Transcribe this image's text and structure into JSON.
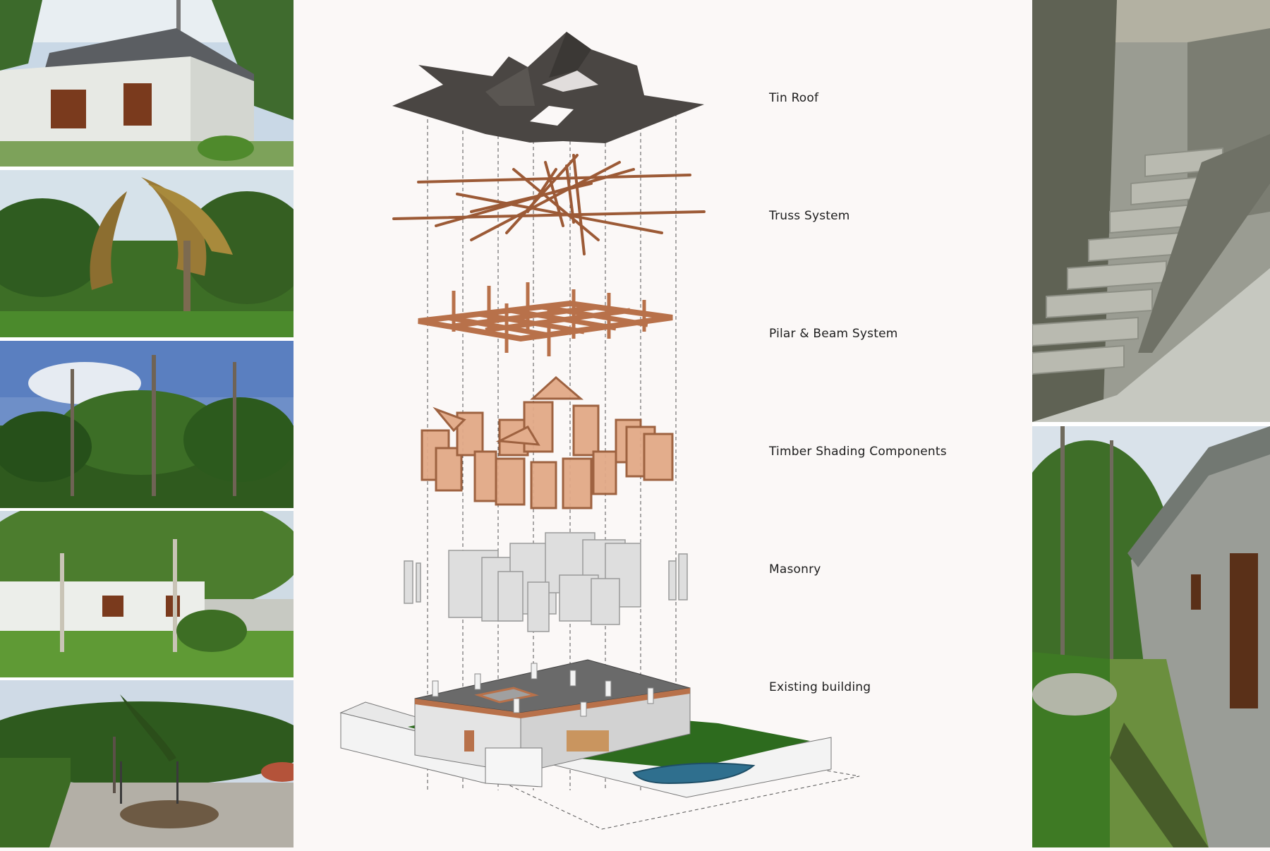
{
  "labels": {
    "tin_roof": "Tin Roof",
    "truss": "Truss System",
    "pillar_beam": "Pilar & Beam System",
    "timber_shading": "Timber Shading Components",
    "masonry": "Masonry",
    "existing": "Existing building"
  },
  "colors": {
    "background": "#fbf8f7",
    "roof": "#4a4643",
    "timber": "#b8714a",
    "timber_light": "#e2a987",
    "masonry": "#d7d7d7",
    "grass": "#2d6b1e",
    "pool": "#2f6f8e"
  }
}
